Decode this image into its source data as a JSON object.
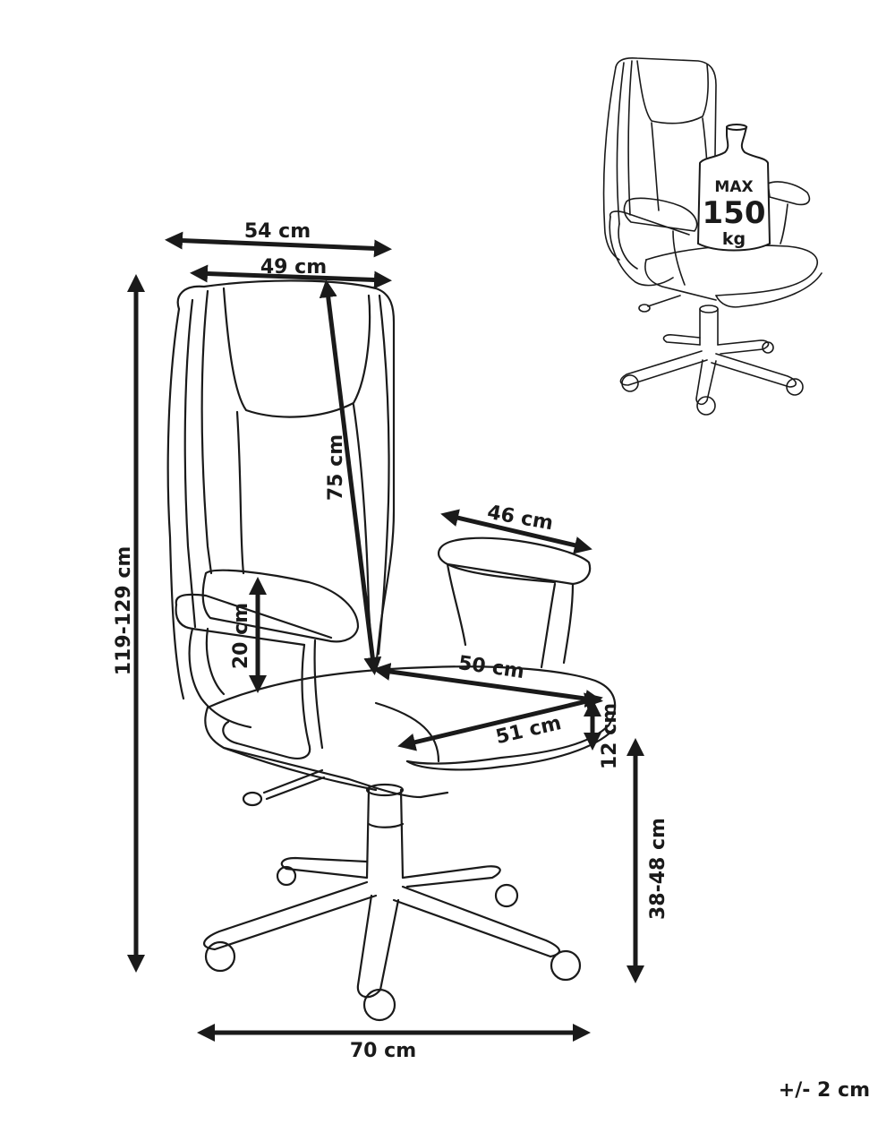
{
  "dimensions": {
    "overall_width": "54 cm",
    "seat_back_width": "49 cm",
    "backrest_height": "75 cm",
    "total_height": "119-129 cm",
    "armrest_length": "46 cm",
    "armrest_height": "20 cm",
    "seat_depth": "50 cm",
    "seat_width": "51 cm",
    "seat_thickness": "12 cm",
    "seat_height": "38-48 cm",
    "base_width": "70 cm"
  },
  "weight_limit": {
    "label": "MAX",
    "value": "150",
    "unit": "kg"
  },
  "tolerance": "+/- 2 cm",
  "colors": {
    "line": "#1a1a1a",
    "background": "#ffffff"
  }
}
